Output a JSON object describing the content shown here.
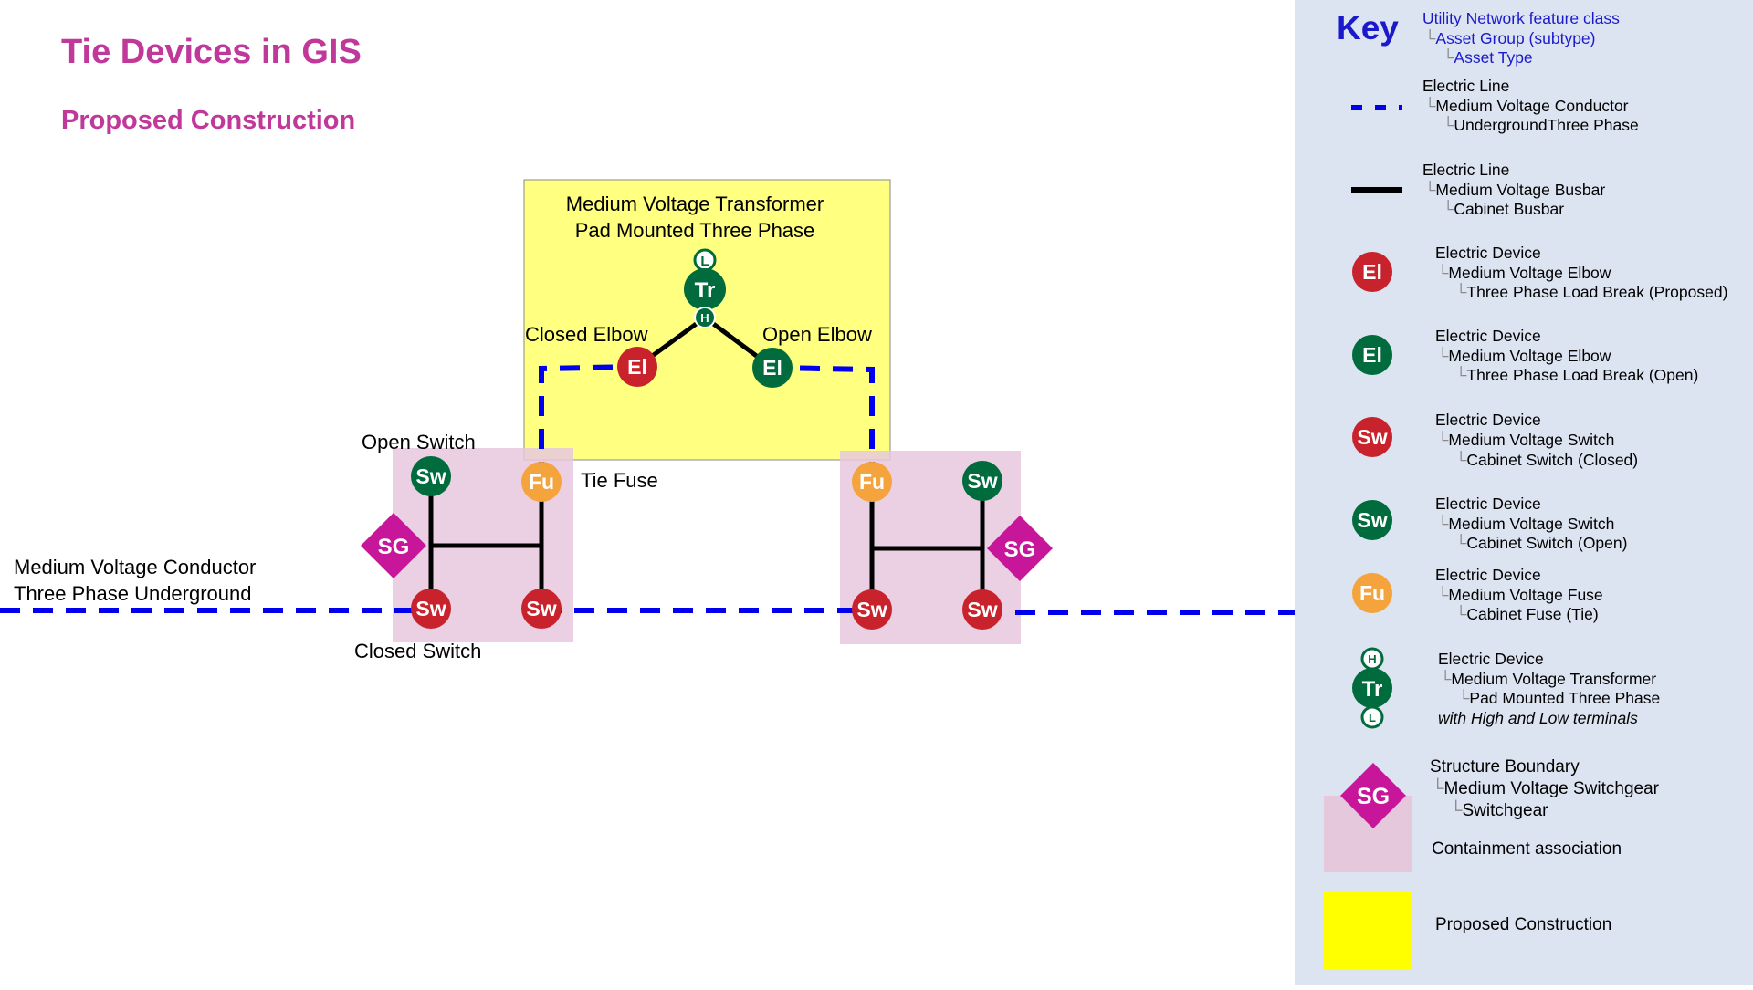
{
  "title": "Tie Devices in GIS",
  "subtitle": "Proposed Construction",
  "colors": {
    "conductor": "#0000ee",
    "busbar": "#000000",
    "red_device": "#c8232c",
    "green_device": "#006b3c",
    "fuse": "#f5a33c",
    "switchgear": "#c8169a",
    "containment": "#e6c8dd",
    "proposed": "#ffff80",
    "legend_bg": "#dde4f1",
    "title": "#c0399a"
  },
  "diagram": {
    "transformer_label_1": "Medium Voltage Transformer",
    "transformer_label_2": "Pad Mounted Three Phase",
    "closed_elbow": "Closed Elbow",
    "open_elbow": "Open Elbow",
    "open_switch": "Open Switch",
    "tie_fuse": "Tie Fuse",
    "conductor_label_1": "Medium Voltage Conductor",
    "conductor_label_2": "Three Phase Underground",
    "closed_switch": "Closed Switch",
    "symbols": {
      "transformer": "Tr",
      "high_terminal": "H",
      "low_terminal": "L",
      "elbow": "El",
      "switch": "Sw",
      "fuse": "Fu",
      "switchgear": "SG"
    }
  },
  "legend": {
    "title": "Key",
    "header": {
      "line1": "Utility Network feature class",
      "line2": "Asset Group (subtype)",
      "line3": "Asset Type"
    },
    "entries": [
      {
        "id": "conductor",
        "l1": "Electric Line",
        "l2": "Medium Voltage Conductor",
        "l3": "UndergroundThree Phase"
      },
      {
        "id": "busbar",
        "l1": "Electric Line",
        "l2": "Medium Voltage Busbar",
        "l3": "Cabinet Busbar"
      },
      {
        "id": "elbow-proposed",
        "l1": "Electric Device",
        "l2": "Medium Voltage Elbow",
        "l3": "Three Phase Load Break (Proposed)"
      },
      {
        "id": "elbow-open",
        "l1": "Electric Device",
        "l2": "Medium Voltage Elbow",
        "l3": "Three Phase Load Break (Open)"
      },
      {
        "id": "switch-closed",
        "l1": "Electric Device",
        "l2": "Medium Voltage Switch",
        "l3": "Cabinet Switch (Closed)"
      },
      {
        "id": "switch-open",
        "l1": "Electric Device",
        "l2": "Medium Voltage Switch",
        "l3": "Cabinet Switch (Open)"
      },
      {
        "id": "fuse",
        "l1": "Electric Device",
        "l2": "Medium Voltage Fuse",
        "l3": "Cabinet Fuse (Tie)"
      },
      {
        "id": "transformer",
        "l1": "Electric Device",
        "l2": "Medium Voltage Transformer",
        "l3": "Pad Mounted Three Phase",
        "l4": "with High and Low terminals"
      },
      {
        "id": "switchgear",
        "l1": "Structure Boundary",
        "l2": "Medium Voltage Switchgear",
        "l3": "Switchgear",
        "l4": "Containment association"
      },
      {
        "id": "proposed",
        "l1": "Proposed Construction"
      }
    ]
  }
}
